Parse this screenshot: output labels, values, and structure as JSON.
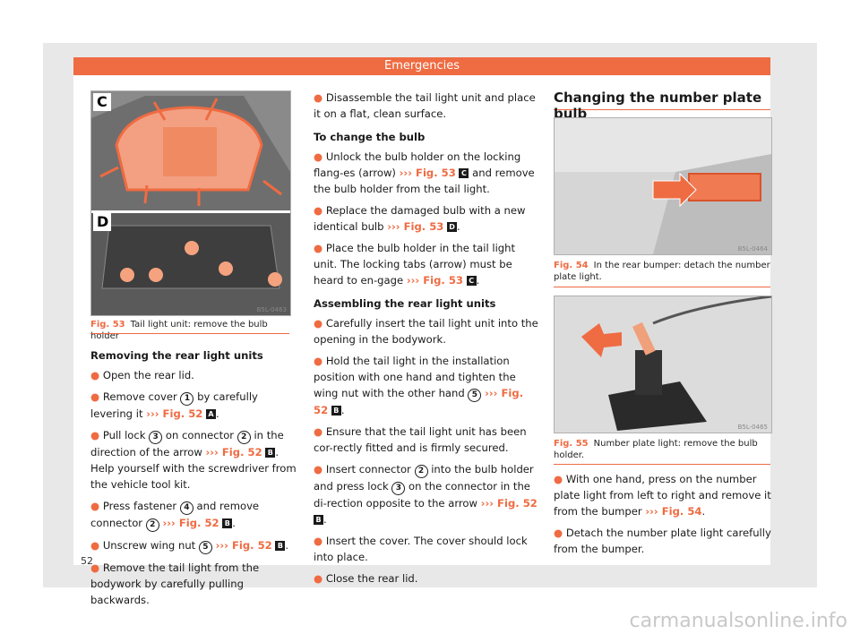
{
  "header": {
    "title": "Emergencies"
  },
  "page_number": "52",
  "watermark": "carmanualsonline.info",
  "fig53": {
    "label_c": "C",
    "label_d": "D",
    "code": "B5L-0463",
    "num": "Fig. 53",
    "caption": "Tail light unit: remove the bulb holder"
  },
  "fig54": {
    "code": "B5L-0464",
    "num": "Fig. 54",
    "caption": "In the rear bumper: detach the number plate light."
  },
  "fig55": {
    "code": "B5L-0465",
    "num": "Fig. 55",
    "caption": "Number plate light: remove the bulb holder."
  },
  "col1": {
    "heading": "Removing the rear light units",
    "s1": "Open the rear lid.",
    "s2a": "Remove cover",
    "s2n": "1",
    "s2b": "by carefully levering it",
    "s2r": "››› Fig. 52",
    "s2l": "A",
    "s3a": "Pull lock",
    "s3n": "3",
    "s3b": "on connector",
    "s3n2": "2",
    "s3c": "in the direction of the arrow",
    "s3r": "››› Fig. 52",
    "s3l": "B",
    "s3d": ". Help yourself with the screwdriver from the vehicle tool kit.",
    "s4a": "Press fastener",
    "s4n": "4",
    "s4b": "and remove connector",
    "s4n2": "2",
    "s4r": "››› Fig. 52",
    "s4l": "B",
    "s5a": "Unscrew wing nut",
    "s5n": "5",
    "s5r": "››› Fig. 52",
    "s5l": "B",
    "s6": "Remove the tail light from the bodywork by carefully pulling backwards."
  },
  "col2": {
    "s1": "Disassemble the tail light unit and place it on a flat, clean surface.",
    "h1": "To change the bulb",
    "s2a": "Unlock the bulb holder on the locking flang-es (arrow)",
    "s2r": "››› Fig. 53",
    "s2l": "C",
    "s2b": "and remove the bulb holder from the tail light.",
    "s3a": "Replace the damaged bulb with a new identical bulb",
    "s3r": "››› Fig. 53",
    "s3l": "D",
    "s4a": "Place the bulb holder in the tail light unit. The locking tabs (arrow) must be heard to en-gage",
    "s4r": "››› Fig. 53",
    "s4l": "C",
    "h2": "Assembling the rear light units",
    "s5": "Carefully insert the tail light unit into the opening in the bodywork.",
    "s6a": "Hold the tail light in the installation position with one hand and tighten the wing nut with the other hand",
    "s6n": "5",
    "s6r": "››› Fig. 52",
    "s6l": "B",
    "s7": "Ensure that the tail light unit has been cor-rectly fitted and is firmly secured.",
    "s8a": "Insert connector",
    "s8n": "2",
    "s8b": "into the bulb holder and press lock",
    "s8n2": "3",
    "s8c": "on the connector in the di-rection opposite to the arrow",
    "s8r": "››› Fig. 52",
    "s8l": "B",
    "s9": "Insert the cover. The cover should lock into place.",
    "s10": "Close the rear lid."
  },
  "col3": {
    "heading": "Changing the number plate bulb",
    "s1a": "With one hand, press on the number plate light from left to right and remove it from the bumper",
    "s1r": "››› Fig. 54",
    "s2": "Detach the number plate light carefully from the bumper."
  }
}
